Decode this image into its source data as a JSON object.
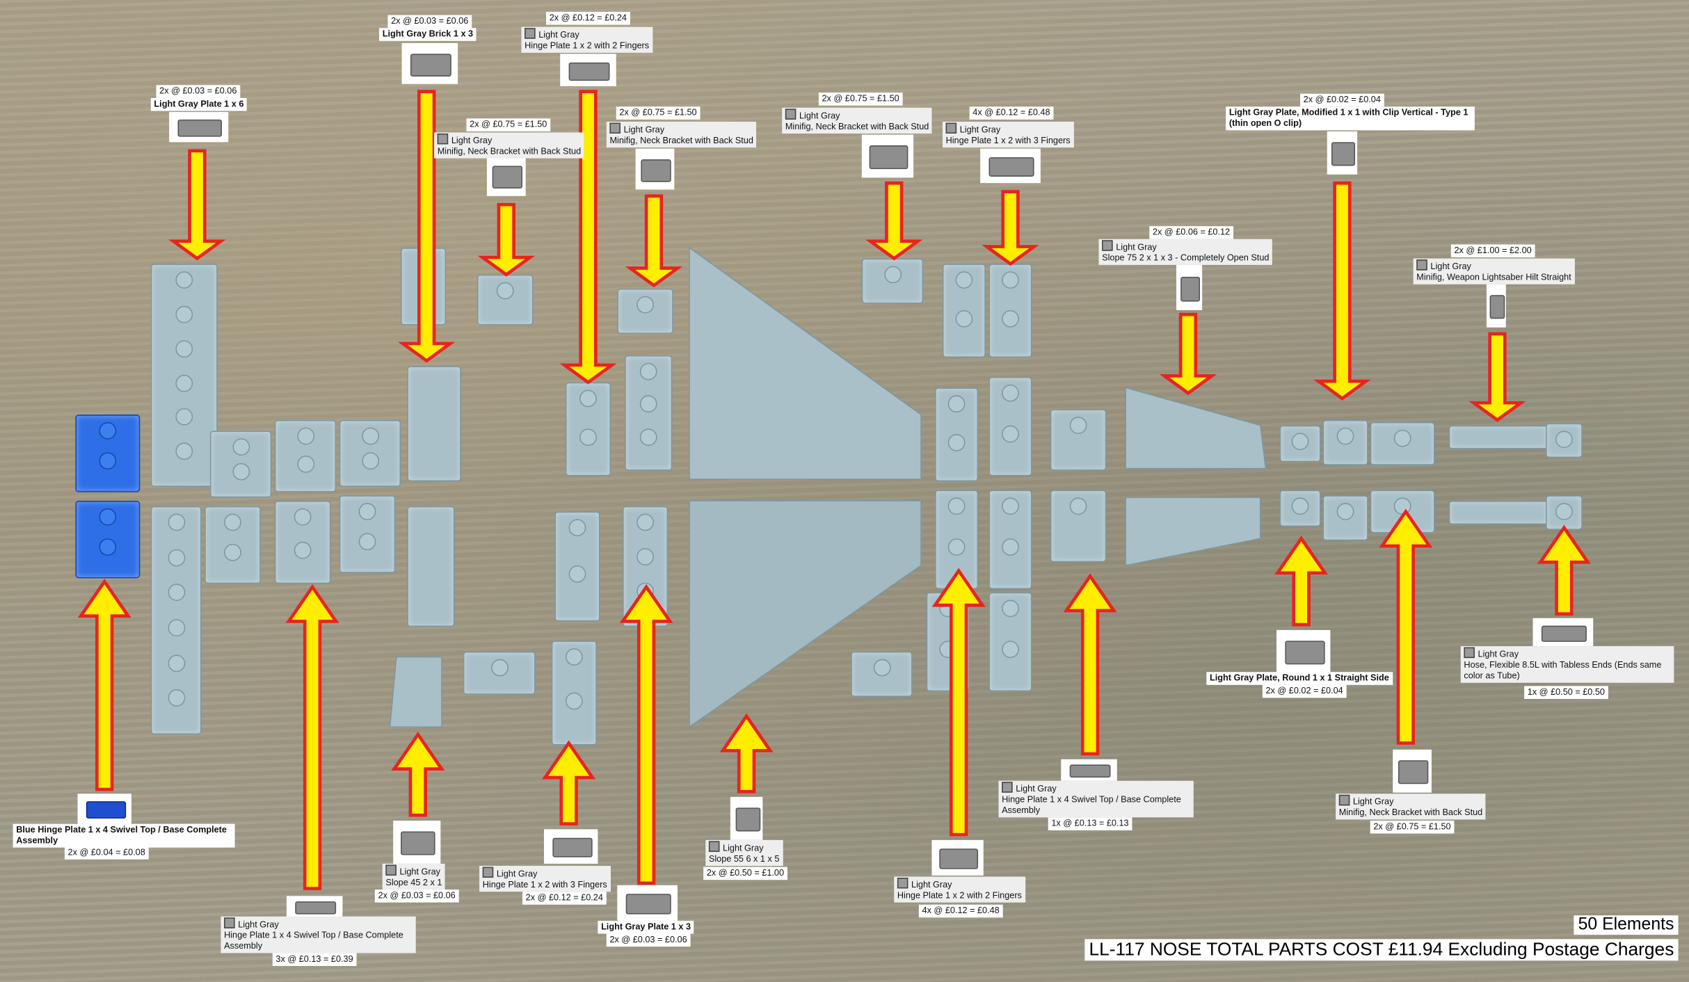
{
  "parts": [
    {
      "title": "Blue Hinge Plate 1 x 4 Swivel Top / Base Complete Assembly",
      "price": "2x @ £0.04 = £0.08",
      "thumb": "blue"
    },
    {
      "title": "Light Gray Plate 1 x 6",
      "price": "2x @ £0.03 = £0.06"
    },
    {
      "title": "Light Gray Brick 1 x 3",
      "price": "2x @ £0.03 = £0.06"
    },
    {
      "color": "Light Gray",
      "name": "Hinge Plate 1 x 2 with 2 Fingers",
      "price": "2x @ £0.12 = £0.24"
    },
    {
      "color": "Light Gray",
      "name": "Minifig, Neck Bracket with Back Stud",
      "price": "2x @ £0.75 = £1.50"
    },
    {
      "color": "Light Gray",
      "name": "Minifig, Neck Bracket with Back Stud",
      "price": "2x @ £0.75 = £1.50"
    },
    {
      "color": "Light Gray",
      "name": "Minifig, Neck Bracket with Back Stud",
      "price": "2x @ £0.75 = £1.50"
    },
    {
      "color": "Light Gray",
      "name": "Hinge Plate 1 x 2 with 3 Fingers",
      "price": "4x @ £0.12 = £0.48"
    },
    {
      "title": "Light Gray Plate, Modified 1 x 1 with Clip Vertical - Type 1 (thin open O clip)",
      "price": "2x @ £0.02 = £0.04"
    },
    {
      "color": "Light Gray",
      "name": "Slope 75 2 x 1 x 3 - Completely Open Stud",
      "price": "2x @ £0.06 = £0.12"
    },
    {
      "color": "Light Gray",
      "name": "Minifig, Weapon Lightsaber Hilt Straight",
      "price": "2x @ £1.00 = £2.00"
    },
    {
      "color": "Light Gray",
      "name": "Hinge Plate 1 x 4 Swivel Top / Base Complete Assembly",
      "price": "3x @ £0.13 = £0.39"
    },
    {
      "color": "Light Gray",
      "name": "Slope 45 2 x 1",
      "price": "2x @ £0.03 = £0.06"
    },
    {
      "color": "Light Gray",
      "name": "Hinge Plate 1 x 2 with 3 Fingers",
      "price": "2x @ £0.12 = £0.24"
    },
    {
      "title": "Light Gray Plate 1 x 3",
      "price": "2x @ £0.03 = £0.06"
    },
    {
      "color": "Light Gray",
      "name": "Slope 55 6 x 1 x 5",
      "price": "2x @ £0.50 = £1.00"
    },
    {
      "color": "Light Gray",
      "name": "Hinge Plate 1 x 2 with 2 Fingers",
      "price": "4x @ £0.12 = £0.48"
    },
    {
      "color": "Light Gray",
      "name": "Hinge Plate 1 x 4 Swivel Top / Base Complete Assembly",
      "price": "1x @ £0.13 = £0.13"
    },
    {
      "title": "Light Gray Plate, Round 1 x 1 Straight Side",
      "price": "2x @ £0.02 = £0.04"
    },
    {
      "color": "Light Gray",
      "name": "Minifig, Neck Bracket with Back Stud",
      "price": "2x @ £0.75 = £1.50"
    },
    {
      "color": "Light Gray",
      "name": "Hose, Flexible 8.5L with Tabless Ends (Ends same color as Tube)",
      "price": "1x @ £0.50 = £0.50"
    }
  ],
  "footer": {
    "elements": "50 Elements",
    "total": "LL-117 NOSE TOTAL PARTS COST £11.94 Excluding Postage Charges"
  },
  "colors": {
    "arrow_fill": "#ffee00",
    "arrow_stroke": "#e8231e",
    "part_gray": "#a9c0c9",
    "part_blue": "#2e6fe8"
  }
}
